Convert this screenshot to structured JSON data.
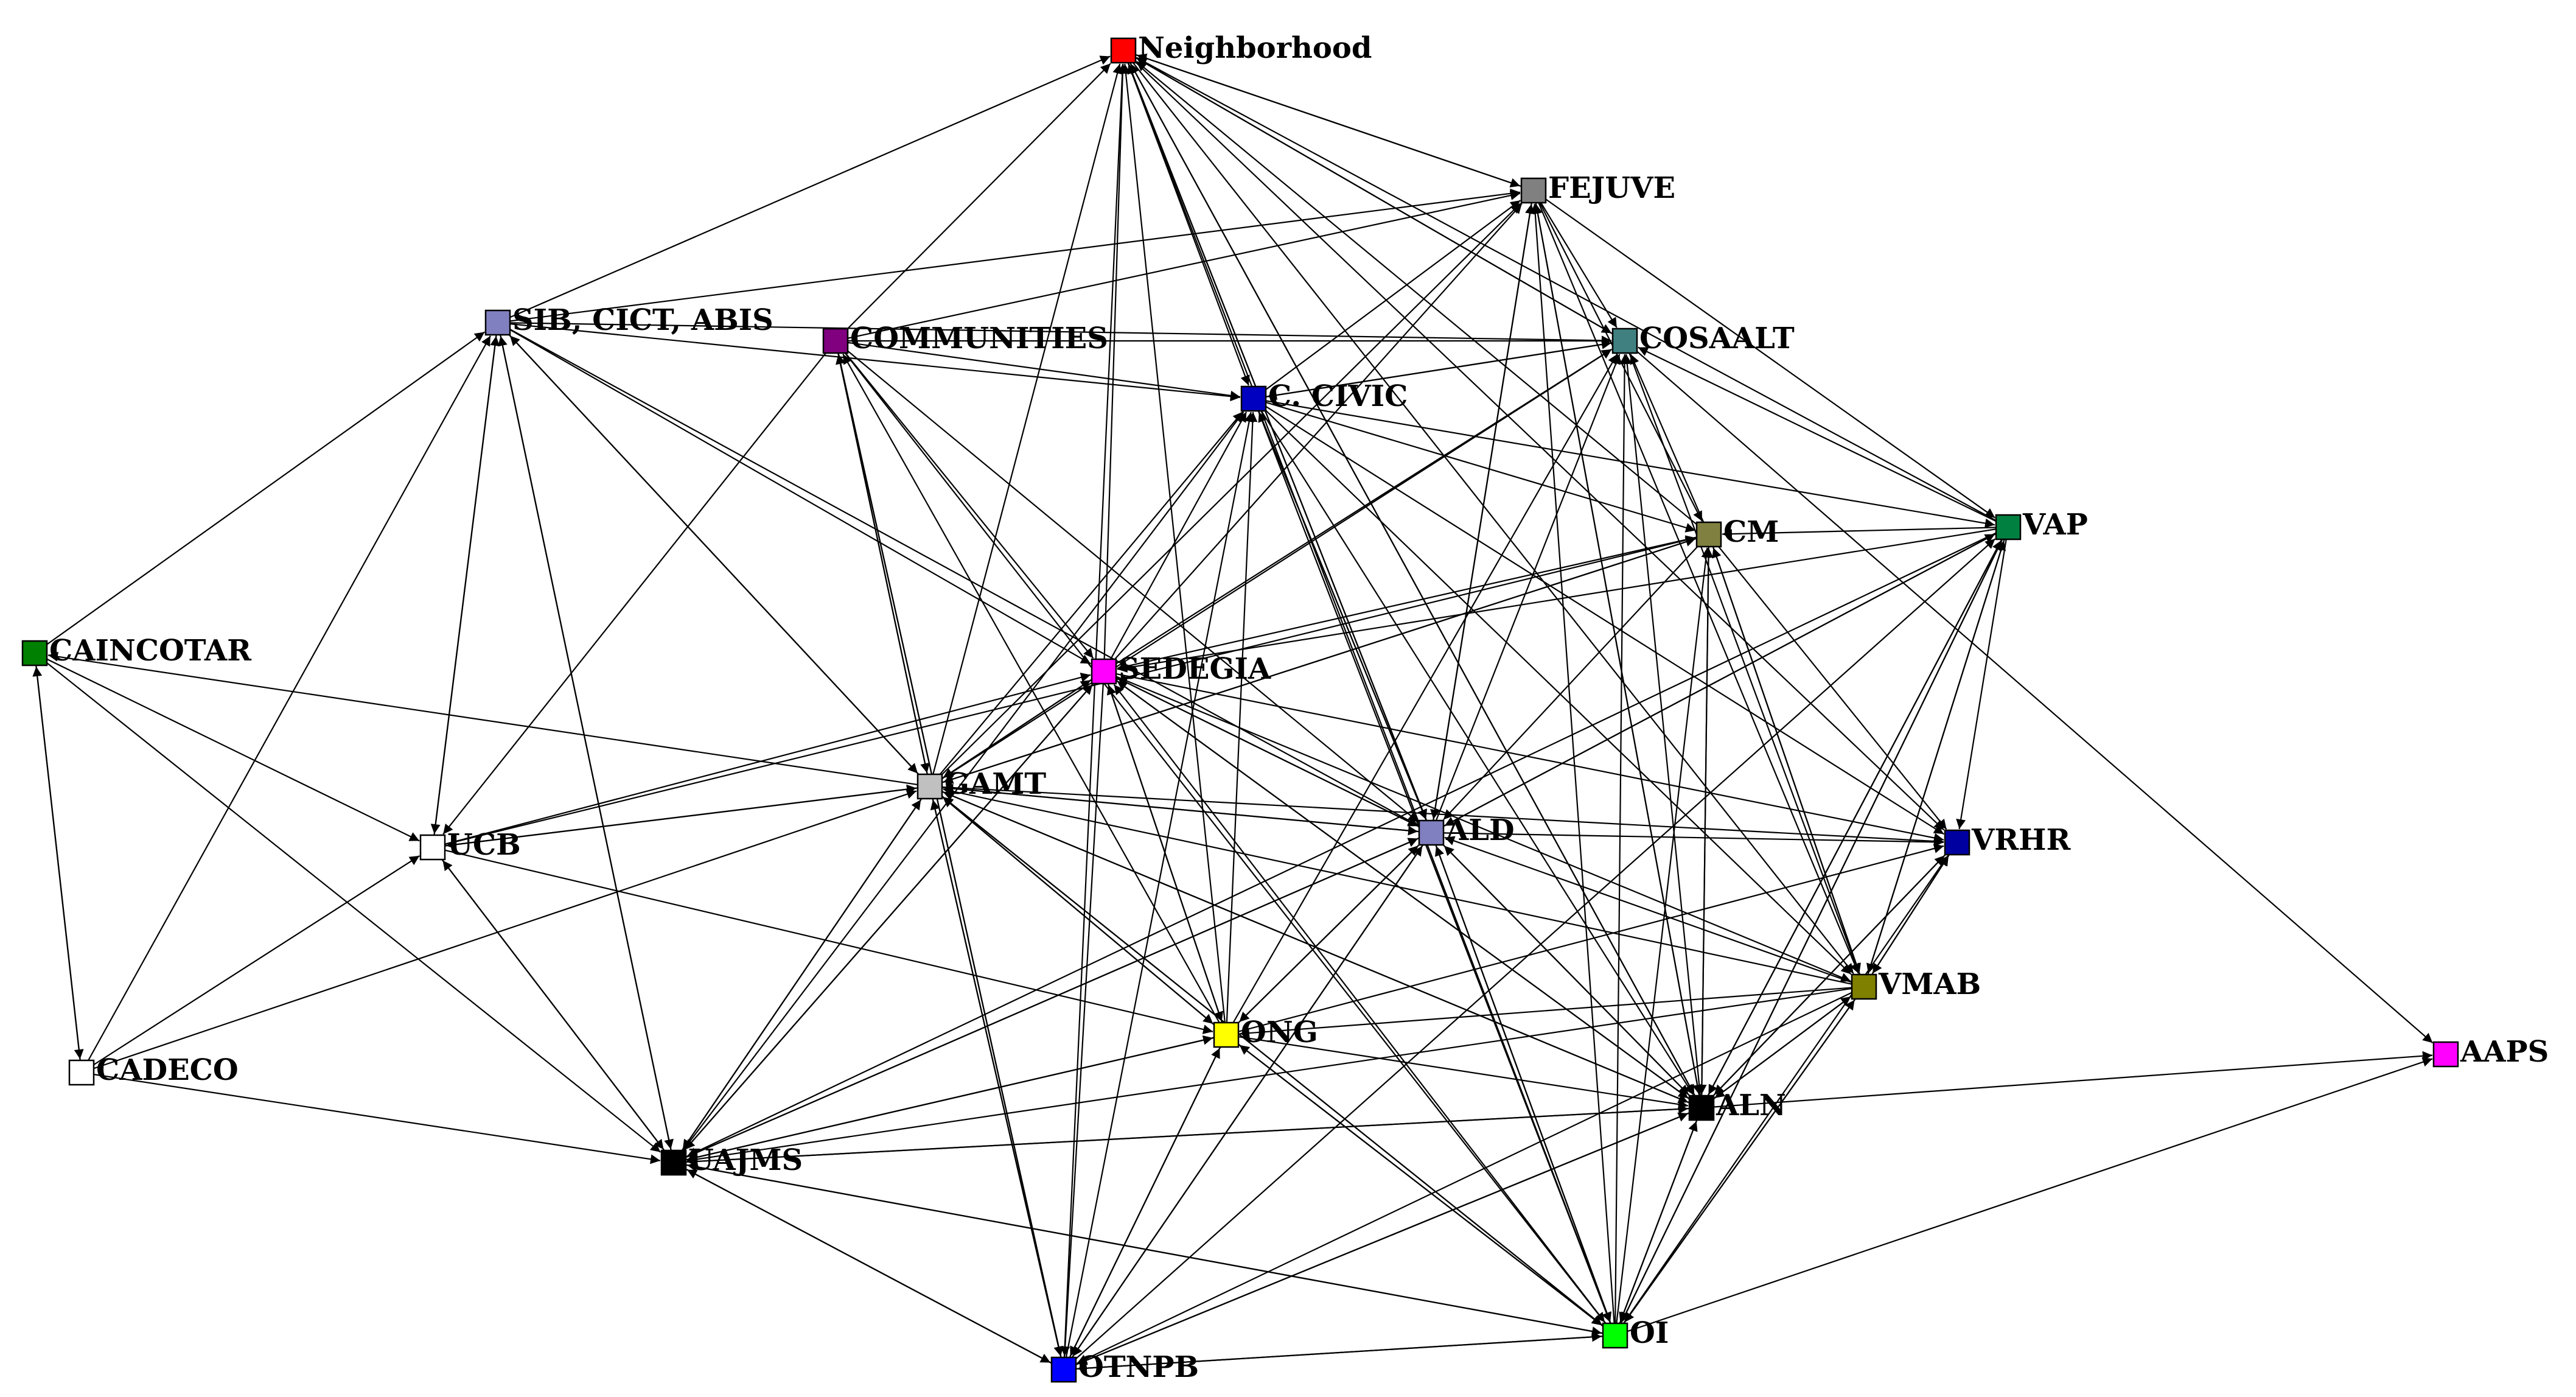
{
  "diagram": {
    "nodes": [
      {
        "id": "neighborhood",
        "label": "Neighborhood",
        "color": "#FF0000"
      },
      {
        "id": "fejuve",
        "label": "FEJUVE",
        "color": "#808080"
      },
      {
        "id": "sib",
        "label": "SIB, CICT, ABIS",
        "color": "#8080C0"
      },
      {
        "id": "communities",
        "label": "COMMUNITIES",
        "color": "#800080"
      },
      {
        "id": "cosaalt",
        "label": "COSAALT",
        "color": "#408080"
      },
      {
        "id": "ccivic",
        "label": "C. CIVIC",
        "color": "#0000C0"
      },
      {
        "id": "cm",
        "label": "CM",
        "color": "#808040"
      },
      {
        "id": "vap",
        "label": "VAP",
        "color": "#008040"
      },
      {
        "id": "caincotar",
        "label": "CAINCOTAR",
        "color": "#008000"
      },
      {
        "id": "sedegia",
        "label": "SEDEGIA",
        "color": "#FF00FF"
      },
      {
        "id": "gamt",
        "label": "GAMT",
        "color": "#C0C0C0"
      },
      {
        "id": "ucb",
        "label": "UCB",
        "color": "#FFFFFF"
      },
      {
        "id": "ald",
        "label": "ALD",
        "color": "#8080C0"
      },
      {
        "id": "vrhr",
        "label": "VRHR",
        "color": "#0000A0"
      },
      {
        "id": "vmab",
        "label": "VMAB",
        "color": "#808000"
      },
      {
        "id": "ong",
        "label": "ONG",
        "color": "#FFFF00"
      },
      {
        "id": "cadeco",
        "label": "CADECO",
        "color": "#FFFFFF"
      },
      {
        "id": "aaps",
        "label": "AAPS",
        "color": "#FF00FF"
      },
      {
        "id": "aln",
        "label": "ALN",
        "color": "#000000"
      },
      {
        "id": "uajms",
        "label": "UAJMS",
        "color": "#000000"
      },
      {
        "id": "oi",
        "label": "OI",
        "color": "#00FF00"
      },
      {
        "id": "otnpb",
        "label": "OTNPB",
        "color": "#0000FF"
      }
    ],
    "edges": [
      [
        "sib",
        "neighborhood"
      ],
      [
        "communities",
        "neighborhood"
      ],
      [
        "gamt",
        "neighborhood"
      ],
      [
        "sedegia",
        "neighborhood"
      ],
      [
        "ong",
        "neighborhood"
      ],
      [
        "ald",
        "neighborhood"
      ],
      [
        "cm",
        "neighborhood"
      ],
      [
        "cosaalt",
        "neighborhood"
      ],
      [
        "fejuve",
        "neighborhood"
      ],
      [
        "vap",
        "neighborhood"
      ],
      [
        "oi",
        "neighborhood"
      ],
      [
        "otnpb",
        "neighborhood"
      ],
      [
        "aln",
        "neighborhood"
      ],
      [
        "neighborhood",
        "ccivic"
      ],
      [
        "neighborhood",
        "fejuve"
      ],
      [
        "neighborhood",
        "cosaalt"
      ],
      [
        "neighborhood",
        "ald"
      ],
      [
        "neighborhood",
        "aln"
      ],
      [
        "neighborhood",
        "vrhr"
      ],
      [
        "neighborhood",
        "vmab"
      ],
      [
        "sib",
        "fejuve"
      ],
      [
        "communities",
        "fejuve"
      ],
      [
        "ccivic",
        "fejuve"
      ],
      [
        "sedegia",
        "fejuve"
      ],
      [
        "gamt",
        "fejuve"
      ],
      [
        "ald",
        "fejuve"
      ],
      [
        "aln",
        "fejuve"
      ],
      [
        "oi",
        "fejuve"
      ],
      [
        "fejuve",
        "cosaalt"
      ],
      [
        "fejuve",
        "cm"
      ],
      [
        "fejuve",
        "vap"
      ],
      [
        "fejuve",
        "vmab"
      ],
      [
        "fejuve",
        "ald"
      ],
      [
        "fejuve",
        "aln"
      ],
      [
        "sib",
        "ccivic"
      ],
      [
        "communities",
        "ccivic"
      ],
      [
        "communities",
        "cosaalt"
      ],
      [
        "sedegia",
        "ccivic"
      ],
      [
        "gamt",
        "ccivic"
      ],
      [
        "ong",
        "ccivic"
      ],
      [
        "ald",
        "ccivic"
      ],
      [
        "otnpb",
        "ccivic"
      ],
      [
        "uajms",
        "ccivic"
      ],
      [
        "ccivic",
        "cosaalt"
      ],
      [
        "ccivic",
        "cm"
      ],
      [
        "ccivic",
        "vap"
      ],
      [
        "ccivic",
        "vrhr"
      ],
      [
        "ccivic",
        "vmab"
      ],
      [
        "ccivic",
        "ald"
      ],
      [
        "ccivic",
        "aln"
      ],
      [
        "ccivic",
        "oi"
      ],
      [
        "sib",
        "cosaalt"
      ],
      [
        "sedegia",
        "cosaalt"
      ],
      [
        "gamt",
        "cosaalt"
      ],
      [
        "ald",
        "cosaalt"
      ],
      [
        "cm",
        "cosaalt"
      ],
      [
        "vap",
        "cosaalt"
      ],
      [
        "oi",
        "cosaalt"
      ],
      [
        "aln",
        "cosaalt"
      ],
      [
        "cosaalt",
        "vmab"
      ],
      [
        "cosaalt",
        "aaps"
      ],
      [
        "cosaalt",
        "ccivic"
      ],
      [
        "ong",
        "cosaalt"
      ],
      [
        "caincotar",
        "sib"
      ],
      [
        "ucb",
        "sib"
      ],
      [
        "uajms",
        "sib"
      ],
      [
        "cadeco",
        "sib"
      ],
      [
        "sib",
        "sedegia"
      ],
      [
        "sib",
        "ald"
      ],
      [
        "sib",
        "ucb"
      ],
      [
        "sib",
        "uajms"
      ],
      [
        "sib",
        "gamt"
      ],
      [
        "gamt",
        "sib"
      ],
      [
        "communities",
        "sedegia"
      ],
      [
        "communities",
        "gamt"
      ],
      [
        "communities",
        "ald"
      ],
      [
        "communities",
        "otnpb"
      ],
      [
        "communities",
        "oi"
      ],
      [
        "communities",
        "ucb"
      ],
      [
        "gamt",
        "communities"
      ],
      [
        "otnpb",
        "communities"
      ],
      [
        "ong",
        "communities"
      ],
      [
        "cm",
        "sedegia"
      ],
      [
        "cm",
        "gamt"
      ],
      [
        "cm",
        "ald"
      ],
      [
        "cm",
        "vrhr"
      ],
      [
        "cm",
        "vmab"
      ],
      [
        "cm",
        "aln"
      ],
      [
        "vap",
        "cm"
      ],
      [
        "vmab",
        "cm"
      ],
      [
        "oi",
        "cm"
      ],
      [
        "aln",
        "cm"
      ],
      [
        "ucb",
        "cm"
      ],
      [
        "gamt",
        "cm"
      ],
      [
        "vap",
        "sedegia"
      ],
      [
        "vap",
        "vrhr"
      ],
      [
        "vap",
        "vmab"
      ],
      [
        "vap",
        "aln"
      ],
      [
        "vap",
        "ald"
      ],
      [
        "vap",
        "oi"
      ],
      [
        "vap",
        "uajms"
      ],
      [
        "ald",
        "vap"
      ],
      [
        "vmab",
        "vap"
      ],
      [
        "oi",
        "vap"
      ],
      [
        "otnpb",
        "vap"
      ],
      [
        "aln",
        "vap"
      ],
      [
        "caincotar",
        "cadeco"
      ],
      [
        "cadeco",
        "caincotar"
      ],
      [
        "caincotar",
        "ucb"
      ],
      [
        "caincotar",
        "uajms"
      ],
      [
        "gamt",
        "caincotar"
      ],
      [
        "ucb",
        "sedegia"
      ],
      [
        "ucb",
        "gamt"
      ],
      [
        "ucb",
        "ong"
      ],
      [
        "ucb",
        "uajms"
      ],
      [
        "cadeco",
        "ucb"
      ],
      [
        "uajms",
        "ucb"
      ],
      [
        "gamt",
        "ucb"
      ],
      [
        "cadeco",
        "uajms"
      ],
      [
        "cadeco",
        "gamt"
      ],
      [
        "gamt",
        "sedegia"
      ],
      [
        "gamt",
        "ald"
      ],
      [
        "gamt",
        "vrhr"
      ],
      [
        "gamt",
        "aln"
      ],
      [
        "gamt",
        "otnpb"
      ],
      [
        "gamt",
        "uajms"
      ],
      [
        "gamt",
        "ong"
      ],
      [
        "gamt",
        "oi"
      ],
      [
        "ong",
        "gamt"
      ],
      [
        "uajms",
        "gamt"
      ],
      [
        "otnpb",
        "gamt"
      ],
      [
        "ald",
        "gamt"
      ],
      [
        "aln",
        "gamt"
      ],
      [
        "oi",
        "gamt"
      ],
      [
        "vmab",
        "gamt"
      ],
      [
        "sedegia",
        "gamt"
      ],
      [
        "sedegia",
        "ald"
      ],
      [
        "sedegia",
        "vrhr"
      ],
      [
        "sedegia",
        "vmab"
      ],
      [
        "sedegia",
        "aln"
      ],
      [
        "sedegia",
        "ong"
      ],
      [
        "sedegia",
        "otnpb"
      ],
      [
        "sedegia",
        "uajms"
      ],
      [
        "ong",
        "sedegia"
      ],
      [
        "ald",
        "sedegia"
      ],
      [
        "aln",
        "sedegia"
      ],
      [
        "uajms",
        "sedegia"
      ],
      [
        "oi",
        "sedegia"
      ],
      [
        "ald",
        "vrhr"
      ],
      [
        "ald",
        "aln"
      ],
      [
        "ald",
        "ong"
      ],
      [
        "ald",
        "oi"
      ],
      [
        "ald",
        "otnpb"
      ],
      [
        "ald",
        "uajms"
      ],
      [
        "ong",
        "ald"
      ],
      [
        "aln",
        "ald"
      ],
      [
        "vmab",
        "ald"
      ],
      [
        "oi",
        "ald"
      ],
      [
        "otnpb",
        "ald"
      ],
      [
        "uajms",
        "ald"
      ],
      [
        "vrhr",
        "vmab"
      ],
      [
        "vmab",
        "vrhr"
      ],
      [
        "aln",
        "vrhr"
      ],
      [
        "oi",
        "vrhr"
      ],
      [
        "ong",
        "vrhr"
      ],
      [
        "vrhr",
        "aln"
      ],
      [
        "vmab",
        "aln"
      ],
      [
        "vmab",
        "ong"
      ],
      [
        "vmab",
        "oi"
      ],
      [
        "vmab",
        "otnpb"
      ],
      [
        "vmab",
        "uajms"
      ],
      [
        "oi",
        "vmab"
      ],
      [
        "aln",
        "vmab"
      ],
      [
        "ong",
        "aln"
      ],
      [
        "ong",
        "oi"
      ],
      [
        "ong",
        "uajms"
      ],
      [
        "ong",
        "otnpb"
      ],
      [
        "otnpb",
        "ong"
      ],
      [
        "uajms",
        "ong"
      ],
      [
        "oi",
        "ong"
      ],
      [
        "aln",
        "aaps"
      ],
      [
        "oi",
        "aaps"
      ],
      [
        "aln",
        "oi"
      ],
      [
        "oi",
        "aln"
      ],
      [
        "aln",
        "otnpb"
      ],
      [
        "otnpb",
        "aln"
      ],
      [
        "aln",
        "uajms"
      ],
      [
        "uajms",
        "aln"
      ],
      [
        "uajms",
        "oi"
      ],
      [
        "oi",
        "uajms"
      ],
      [
        "uajms",
        "otnpb"
      ],
      [
        "otnpb",
        "uajms"
      ],
      [
        "otnpb",
        "oi"
      ],
      [
        "oi",
        "otnpb"
      ]
    ]
  }
}
